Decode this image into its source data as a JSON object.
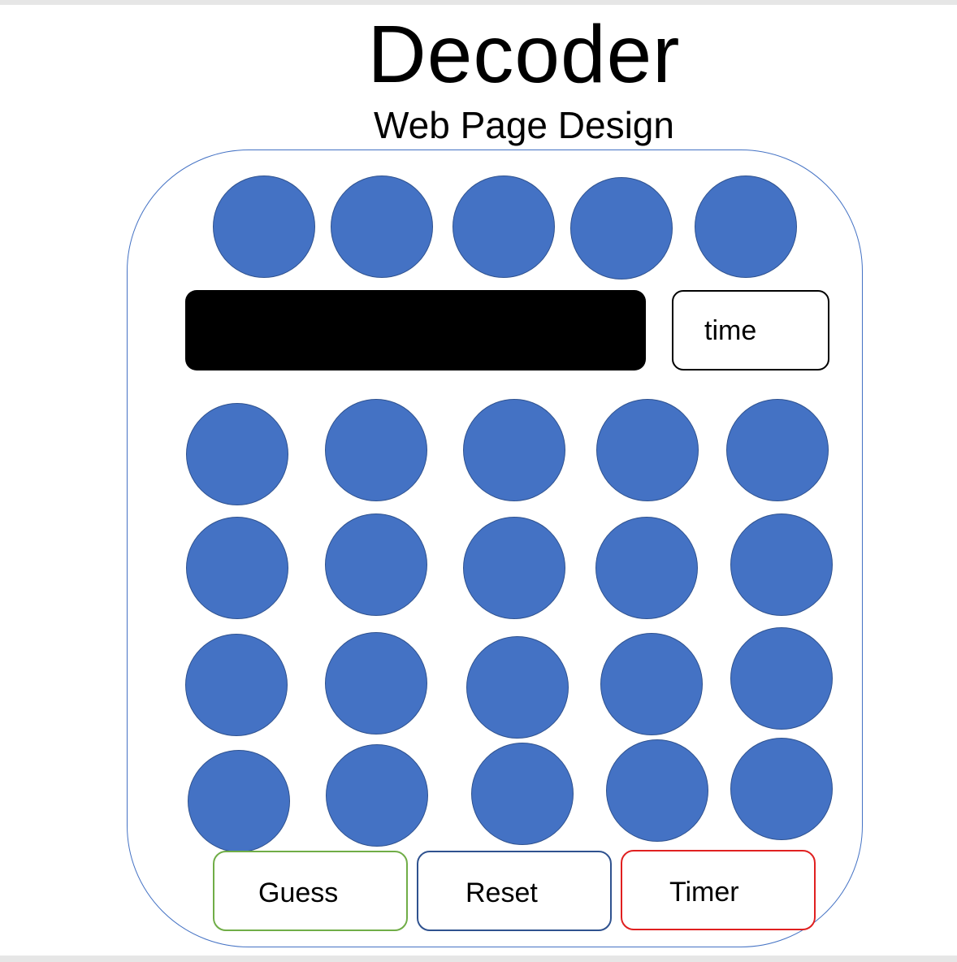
{
  "header": {
    "title": "Decoder",
    "subtitle": "Web Page Design"
  },
  "display": {
    "time_label": "time"
  },
  "buttons": {
    "guess_label": "Guess",
    "reset_label": "Reset",
    "timer_label": "Timer"
  },
  "colors": {
    "circle_fill": "#4472c4",
    "circle_stroke": "#2f528f",
    "frame_stroke": "#4472c4",
    "guess_border": "#70ad47",
    "reset_border": "#2f528f",
    "timer_border": "#e02020",
    "display_fill": "#000000"
  }
}
